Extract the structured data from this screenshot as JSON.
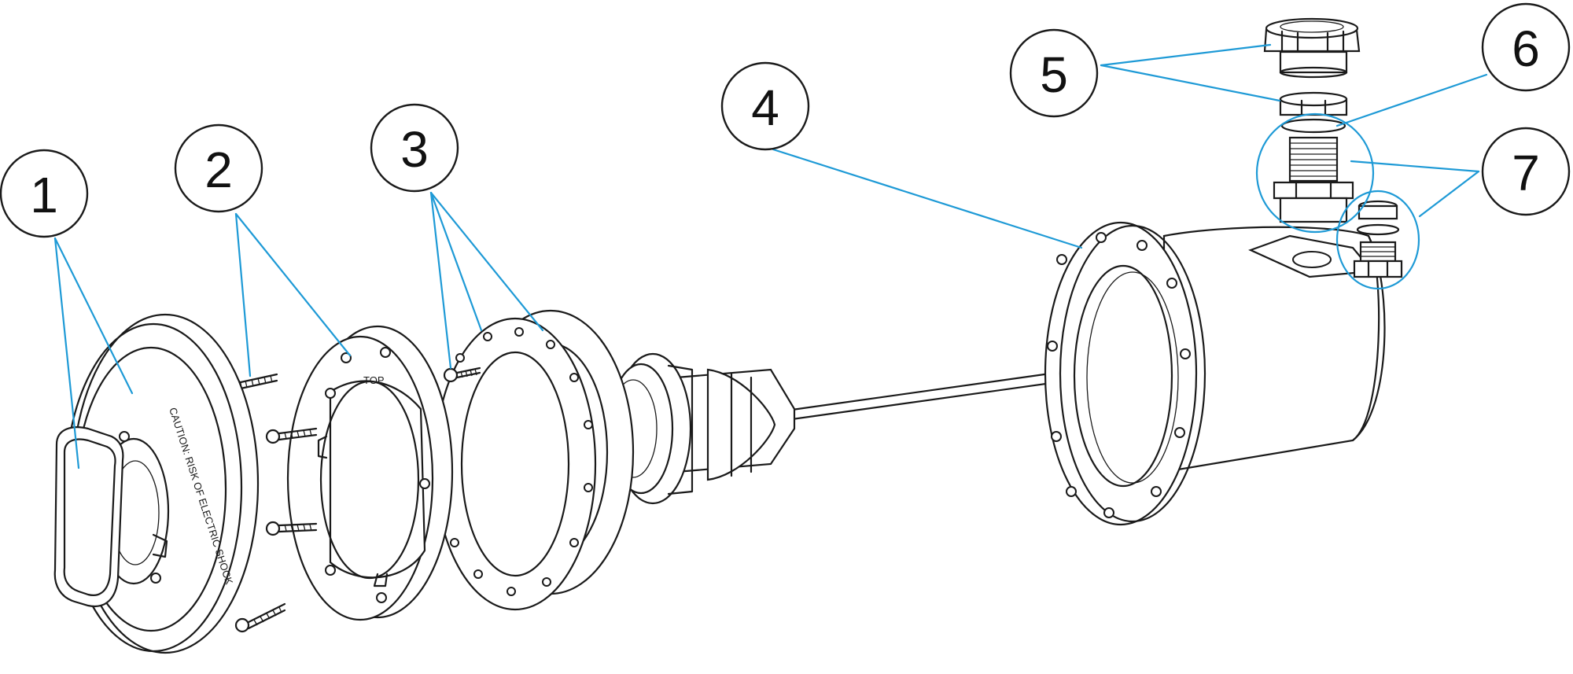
{
  "callouts": [
    {
      "id": "1",
      "label": "1"
    },
    {
      "id": "2",
      "label": "2"
    },
    {
      "id": "3",
      "label": "3"
    },
    {
      "id": "4",
      "label": "4"
    },
    {
      "id": "5",
      "label": "5"
    },
    {
      "id": "6",
      "label": "6"
    },
    {
      "id": "7",
      "label": "7"
    }
  ],
  "engravings": {
    "cover_text": "CAUTION: RISK OF ELECTRIC SHOCK",
    "top_mark": "TOP"
  },
  "colors": {
    "leader": "#1e9ad6",
    "ink": "#1a1a1a",
    "background": "#ffffff"
  }
}
